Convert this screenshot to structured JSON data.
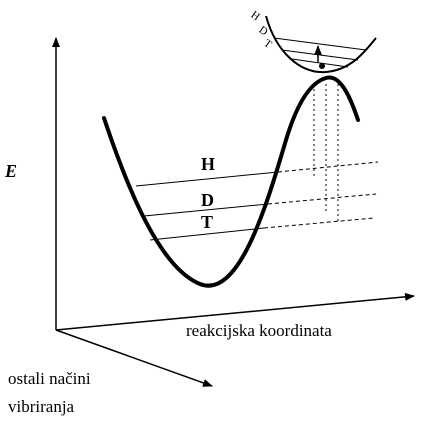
{
  "axes": {
    "energy_label": "E",
    "reaction_coordinate_label": "reakcijska koordinata",
    "other_modes_label_line1": "ostali načini",
    "other_modes_label_line2": "vibriranja"
  },
  "levels": {
    "main": [
      "H",
      "D",
      "T"
    ],
    "transition": [
      "H",
      "D",
      "T"
    ]
  },
  "colors": {
    "ink": "#000000",
    "background": "#ffffff"
  }
}
